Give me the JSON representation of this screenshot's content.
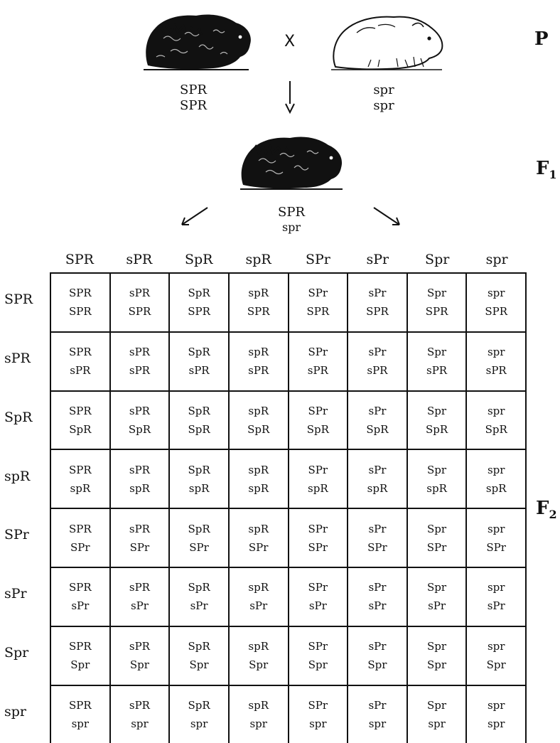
{
  "labels": {
    "p": "P",
    "f1": "F",
    "f1_sub": "1",
    "f2": "F",
    "f2_sub": "2",
    "cross_symbol": "X"
  },
  "parents": {
    "left": {
      "line1": "SPR",
      "line2": "SPR",
      "icon": "dark-rough-guinea-pig"
    },
    "right": {
      "line1": "spr",
      "line2": "spr",
      "icon": "white-smooth-guinea-pig"
    }
  },
  "f1": {
    "line1": "SPR",
    "line2": "spr",
    "icon": "dark-rough-guinea-pig"
  },
  "gametes": [
    "SPR",
    "sPR",
    "SpR",
    "spR",
    "SPr",
    "sPr",
    "Spr",
    "spr"
  ],
  "grid_rows": [
    {
      "row_label": "SPR",
      "cells": [
        [
          "SPR",
          "SPR"
        ],
        [
          "sPR",
          "SPR"
        ],
        [
          "SpR",
          "SPR"
        ],
        [
          "spR",
          "SPR"
        ],
        [
          "SPr",
          "SPR"
        ],
        [
          "sPr",
          "SPR"
        ],
        [
          "Spr",
          "SPR"
        ],
        [
          "spr",
          "SPR"
        ]
      ]
    },
    {
      "row_label": "sPR",
      "cells": [
        [
          "SPR",
          "sPR"
        ],
        [
          "sPR",
          "sPR"
        ],
        [
          "SpR",
          "sPR"
        ],
        [
          "spR",
          "sPR"
        ],
        [
          "SPr",
          "sPR"
        ],
        [
          "sPr",
          "sPR"
        ],
        [
          "Spr",
          "sPR"
        ],
        [
          "spr",
          "sPR"
        ]
      ]
    },
    {
      "row_label": "SpR",
      "cells": [
        [
          "SPR",
          "SpR"
        ],
        [
          "sPR",
          "SpR"
        ],
        [
          "SpR",
          "SpR"
        ],
        [
          "spR",
          "SpR"
        ],
        [
          "SPr",
          "SpR"
        ],
        [
          "sPr",
          "SpR"
        ],
        [
          "Spr",
          "SpR"
        ],
        [
          "spr",
          "SpR"
        ]
      ]
    },
    {
      "row_label": "spR",
      "cells": [
        [
          "SPR",
          "spR"
        ],
        [
          "sPR",
          "spR"
        ],
        [
          "SpR",
          "spR"
        ],
        [
          "spR",
          "spR"
        ],
        [
          "SPr",
          "spR"
        ],
        [
          "sPr",
          "spR"
        ],
        [
          "Spr",
          "spR"
        ],
        [
          "spr",
          "spR"
        ]
      ]
    },
    {
      "row_label": "SPr",
      "cells": [
        [
          "SPR",
          "SPr"
        ],
        [
          "sPR",
          "SPr"
        ],
        [
          "SpR",
          "SPr"
        ],
        [
          "spR",
          "SPr"
        ],
        [
          "SPr",
          "SPr"
        ],
        [
          "sPr",
          "SPr"
        ],
        [
          "Spr",
          "SPr"
        ],
        [
          "spr",
          "SPr"
        ]
      ]
    },
    {
      "row_label": "sPr",
      "cells": [
        [
          "SPR",
          "sPr"
        ],
        [
          "sPR",
          "sPr"
        ],
        [
          "SpR",
          "sPr"
        ],
        [
          "spR",
          "sPr"
        ],
        [
          "SPr",
          "sPr"
        ],
        [
          "sPr",
          "sPr"
        ],
        [
          "Spr",
          "sPr"
        ],
        [
          "spr",
          "sPr"
        ]
      ]
    },
    {
      "row_label": "Spr",
      "cells": [
        [
          "SPR",
          "Spr"
        ],
        [
          "sPR",
          "Spr"
        ],
        [
          "SpR",
          "Spr"
        ],
        [
          "spR",
          "Spr"
        ],
        [
          "SPr",
          "Spr"
        ],
        [
          "sPr",
          "Spr"
        ],
        [
          "Spr",
          "Spr"
        ],
        [
          "spr",
          "Spr"
        ]
      ]
    },
    {
      "row_label": "spr",
      "cells": [
        [
          "SPR",
          "spr"
        ],
        [
          "sPR",
          "spr"
        ],
        [
          "SpR",
          "spr"
        ],
        [
          "spR",
          "spr"
        ],
        [
          "SPr",
          "spr"
        ],
        [
          "sPr",
          "spr"
        ],
        [
          "Spr",
          "spr"
        ],
        [
          "spr",
          "spr"
        ]
      ]
    }
  ]
}
